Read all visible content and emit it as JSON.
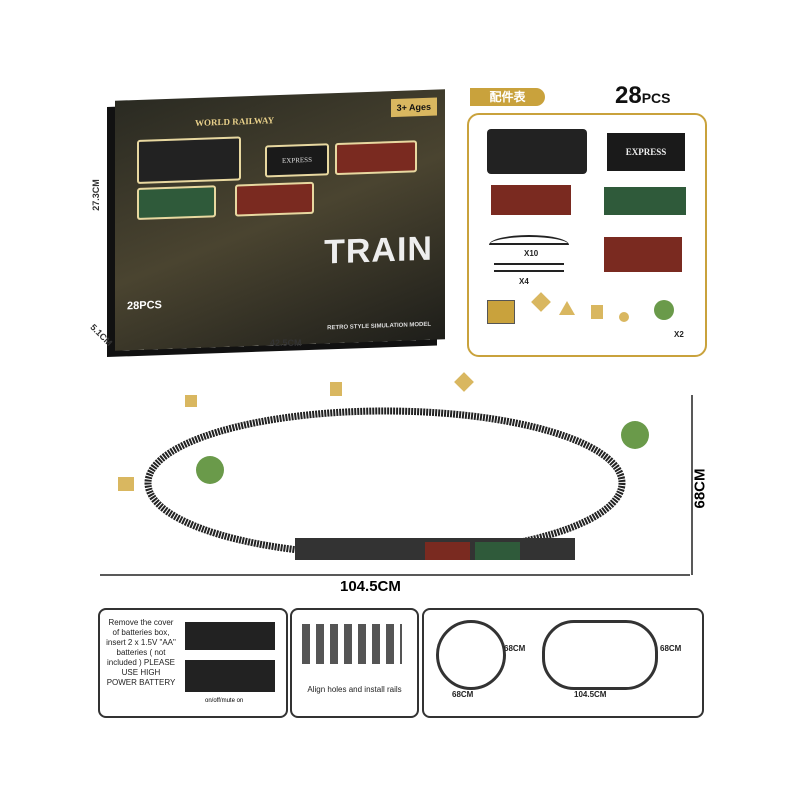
{
  "box": {
    "brand": "WORLD RAILWAY",
    "age": "3+ Ages",
    "title": "TRAIN",
    "pcs": "28PCS",
    "tagline": "RETRO STYLE SIMULATION MODEL",
    "express": "EXPRESS"
  },
  "dimensions": {
    "height": "27.3CM",
    "depth": "5.1CM",
    "width": "42.5CM"
  },
  "parts": {
    "header": "配件表",
    "count": "28",
    "count_unit": "PCS",
    "express": "EXPRESS",
    "rail_curve_qty": "X10",
    "rail_straight_qty": "X4",
    "tree_qty": "X2"
  },
  "layout": {
    "width": "104.5CM",
    "height": "68CM"
  },
  "instructions": {
    "battery": "Remove the cover of batteries box, insert 2 x 1.5V \"AA\" batteries ( not included ) PLEASE USE HIGH POWER BATTERY",
    "switch": "on/off/mute on",
    "rails": "Align holes and install rails",
    "circle_w": "68CM",
    "circle_h": "68CM",
    "oval_w": "104.5CM",
    "oval_h": "68CM"
  },
  "colors": {
    "gold": "#c9a23c",
    "track": "#222222"
  }
}
